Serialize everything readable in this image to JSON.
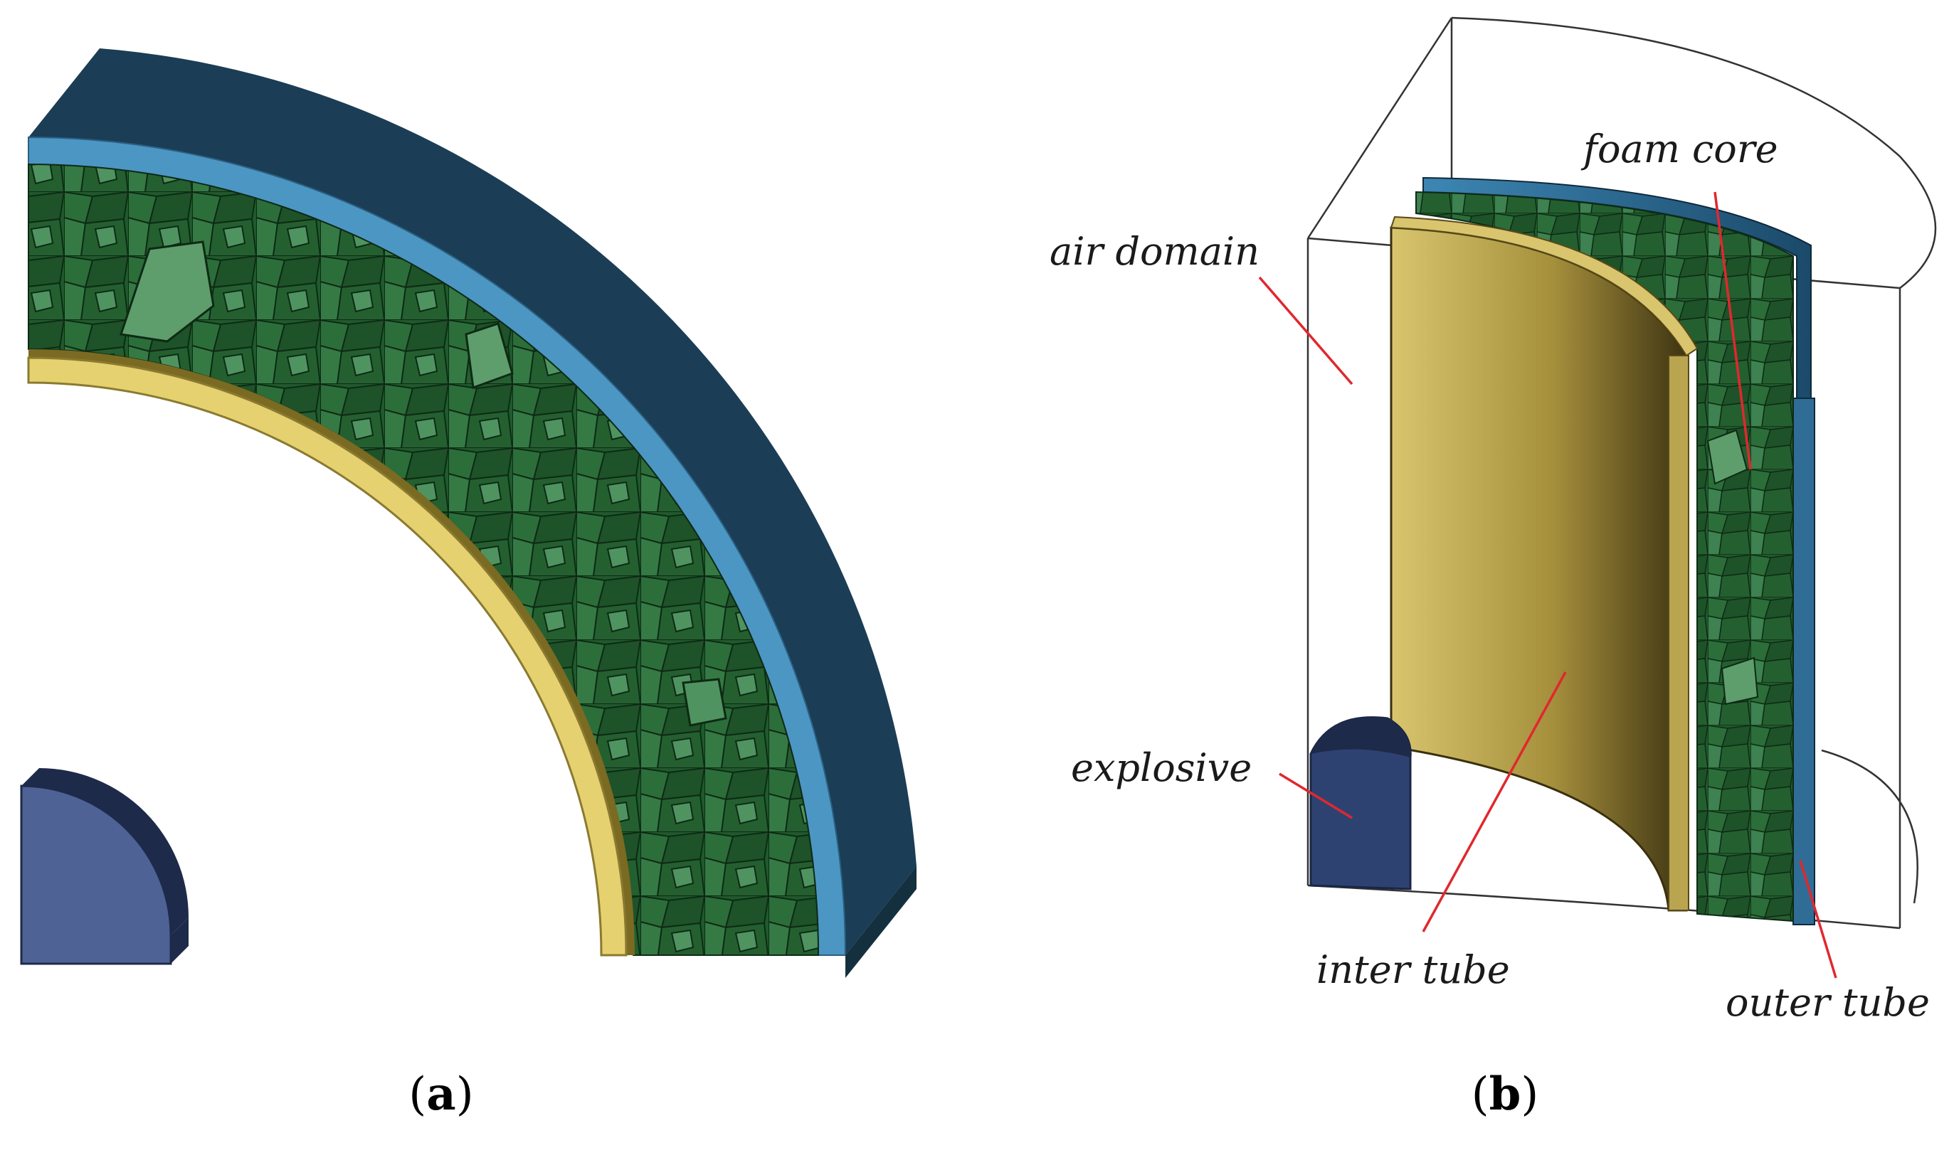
{
  "panel_a": {
    "caption_open": "(",
    "caption_letter": "a",
    "caption_close": ")"
  },
  "panel_b": {
    "caption_open": "(",
    "caption_letter": "b",
    "caption_close": ")",
    "labels": {
      "air_domain": "air domain",
      "foam_core": "foam core",
      "explosive": "explosive",
      "inter_tube": "inter tube",
      "outer_tube": "outer tube"
    }
  },
  "colors": {
    "outer_tube_dark": "#1b3d55",
    "outer_tube_band": "#4c96c4",
    "foam_dark": "#1a4a26",
    "foam_mid": "#2a6a36",
    "foam_light": "#5e9e6c",
    "inner_tube_yellow": "#e6d170",
    "inner_tube_gold": "#a8943c",
    "explosive_face": "#4e6296",
    "explosive_dark": "#1e2a4a",
    "leader_red": "#e0282e",
    "wireframe": "#333333"
  }
}
